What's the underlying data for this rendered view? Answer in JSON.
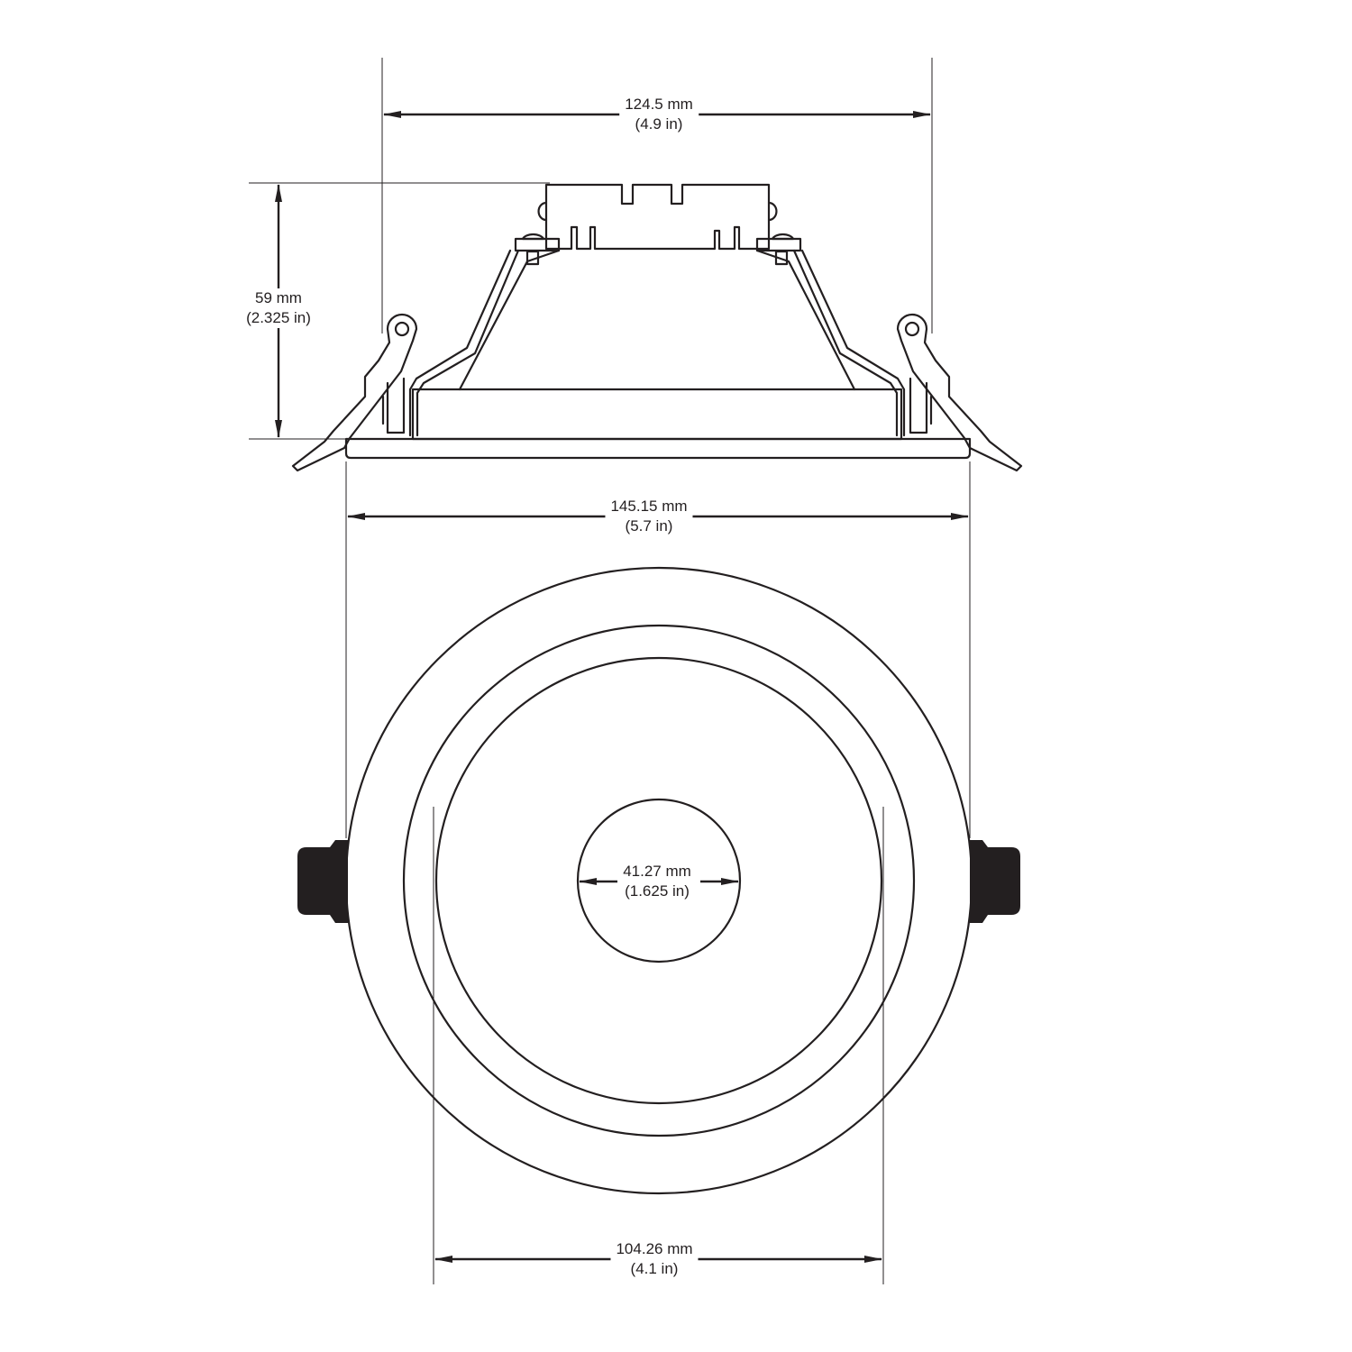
{
  "drawing": {
    "title": "Recessed LED downlight dimension drawing",
    "line_color": "#231f20",
    "background": "#ffffff",
    "views": [
      {
        "name": "side-view"
      },
      {
        "name": "front-view"
      }
    ]
  },
  "dimensions": {
    "top_width": {
      "mm": "124.5 mm",
      "in": "(4.9 in)"
    },
    "height": {
      "mm": "59 mm",
      "in": "(2.325 in)"
    },
    "overall_width": {
      "mm": "145.15 mm",
      "in": "(5.7 in)"
    },
    "center_opening": {
      "mm": "41.27 mm",
      "in": "(1.625 in)"
    },
    "cutout": {
      "mm": "104.26 mm",
      "in": "(4.1 in)"
    }
  }
}
